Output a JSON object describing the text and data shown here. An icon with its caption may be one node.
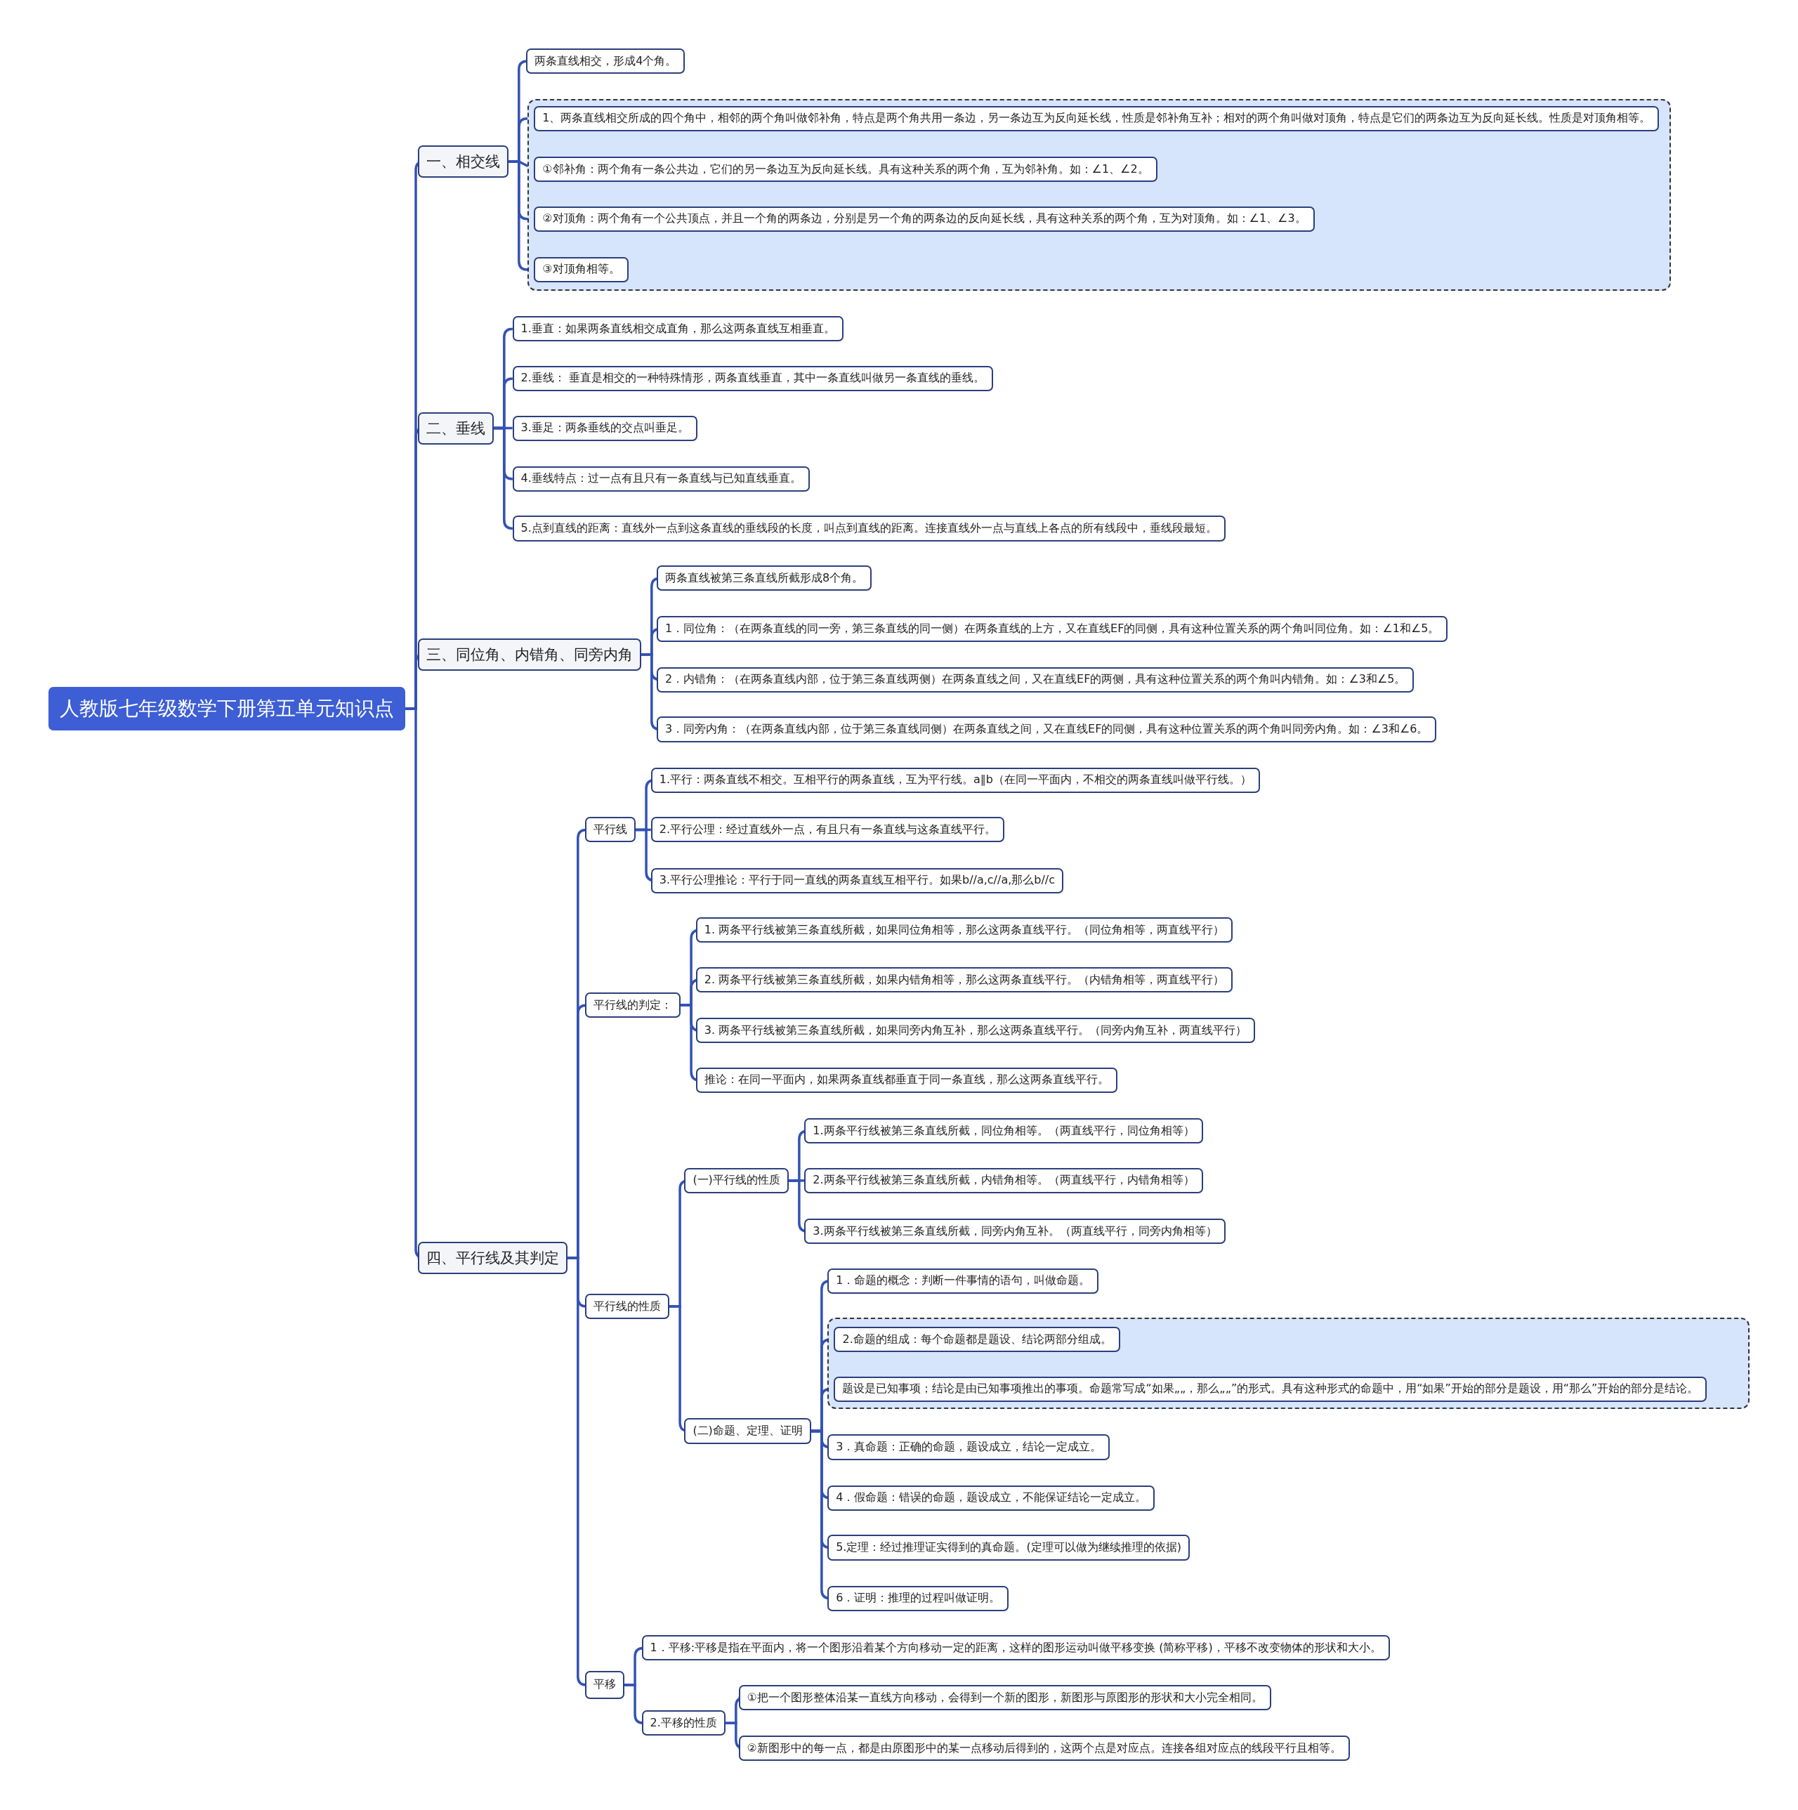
{
  "diagram": {
    "nodes": [
      {
        "text": [
          "人教版七年级数学下册第五单元知识点"
        ]
      },
      {
        "text": [
          "一、相交线"
        ]
      },
      {
        "text": [
          "两条直线相交，形成4个角。"
        ]
      },
      {
        "text": [],
        "shape": "box"
      },
      {
        "text": [
          "1、两条直线相交所成的四个角中，相邻的两个角叫做邻补角，特点是两个角共用一条边，另一条边互为反向延长线，性质是邻补角互补；相对的两个角叫做对顶角，特点是它们的两条边互为反向延长线。性质是对顶角相等。"
        ],
        "in": 3
      },
      {
        "text": [
          "①邻补角：两个角有一条公共边，它们的另一条边互为反向延长线。具有这种关系的两个角，互为邻补角。如：∠1、∠2。"
        ],
        "in": 3
      },
      {
        "text": [
          "②对顶角：两个角有一个公共顶点，并且一个角的两条边，分别是另一个角的两条边的反向延长线，具有这种关系的两个角，互为对顶角。如：∠1、∠3。"
        ],
        "in": 3
      },
      {
        "text": [
          "③对顶角相等。"
        ],
        "in": 3
      },
      {
        "text": [
          "二、垂线"
        ]
      },
      {
        "text": [
          "1.垂直：如果两条直线相交成直角，那么这两条直线互相垂直。"
        ]
      },
      {
        "text": [
          "2.垂线： 垂直是相交的一种特殊情形，两条直线垂直，其中一条直线叫做另一条直线的垂线。"
        ]
      },
      {
        "text": [
          "3.垂足：两条垂线的交点叫垂足。"
        ]
      },
      {
        "text": [
          "4.垂线特点：过一点有且只有一条直线与已知直线垂直。"
        ]
      },
      {
        "text": [
          "5.点到直线的距离：直线外一点到这条直线的垂线段的长度，叫点到直线的距离。连接直线外一点与直线上各点的所有线段中，垂线段最短。"
        ]
      },
      {
        "text": [
          "三、同位角、内错角、同旁内角"
        ]
      },
      {
        "text": [
          "两条直线被第三条直线所截形成8个角。"
        ]
      },
      {
        "text": [
          "1．同位角：（在两条直线的同一旁，第三条直线的同一侧）在两条直线的上方，又在直线EF的同侧，具有这种位置关系的两个角叫同位角。如：∠1和∠5。"
        ]
      },
      {
        "text": [
          "2．内错角：（在两条直线内部，位于第三条直线两侧）在两条直线之间，又在直线EF的两侧，具有这种位置关系的两个角叫内错角。如：∠3和∠5。"
        ]
      },
      {
        "text": [
          "3．同旁内角：（在两条直线内部，位于第三条直线同侧）在两条直线之间，又在直线EF的同侧，具有这种位置关系的两个角叫同旁内角。如：∠3和∠6。"
        ]
      },
      {
        "text": [
          "四、平行线及其判定"
        ]
      },
      {
        "text": [
          "平行线"
        ]
      },
      {
        "text": [
          "1.平行：两条直线不相交。互相平行的两条直线，互为平行线。a∥b（在同一平面内，不相交的两条直线叫做平行线。）"
        ]
      },
      {
        "text": [
          "2.平行公理：经过直线外一点，有且只有一条直线与这条直线平行。"
        ]
      },
      {
        "text": [
          "3.平行公理推论：平行于同一直线的两条直线互相平行。如果b//a,c//a,那么b//c"
        ]
      },
      {
        "text": [
          "平行线的判定："
        ]
      },
      {
        "text": [
          "1. 两条平行线被第三条直线所截，如果同位角相等，那么这两条直线平行。（同位角相等，两直线平行）"
        ]
      },
      {
        "text": [
          "2. 两条平行线被第三条直线所截，如果内错角相等，那么这两条直线平行。（内错角相等，两直线平行）"
        ]
      },
      {
        "text": [
          "3. 两条平行线被第三条直线所截，如果同旁内角互补，那么这两条直线平行。（同旁内角互补，两直线平行）"
        ]
      },
      {
        "text": [
          "推论：在同一平面内，如果两条直线都垂直于同一条直线，那么这两条直线平行。"
        ]
      },
      {
        "text": [
          "平行线的性质"
        ]
      },
      {
        "text": [
          "(一)平行线的性质"
        ]
      },
      {
        "text": [
          "1.两条平行线被第三条直线所截，同位角相等。（两直线平行，同位角相等）"
        ]
      },
      {
        "text": [
          "2.两条平行线被第三条直线所截，内错角相等。（两直线平行，内错角相等）"
        ]
      },
      {
        "text": [
          "3.两条平行线被第三条直线所截，同旁内角互补。（两直线平行，同旁内角相等）"
        ]
      },
      {
        "text": [
          "(二)命题、定理、证明"
        ]
      },
      {
        "text": [
          "1．命题的概念：判断一件事情的语句，叫做命题。"
        ]
      },
      {
        "text": [],
        "shape": "box"
      },
      {
        "text": [
          "2.命题的组成：每个命题都是题设、结论两部分组成。"
        ],
        "in": 36
      },
      {
        "text": [
          "题设是已知事项；结论是由已知事项推出的事项。命题常写成“如果„„，那么„„”的形式。具有这种形式的命题中，用“如果”开始的部分是题设，用“那么”开始的部分是结论。"
        ],
        "in": 36
      },
      {
        "text": [
          "3．真命题：正确的命题，题设成立，结论一定成立。"
        ]
      },
      {
        "text": [
          "4．假命题：错误的命题，题设成立，不能保证结论一定成立。"
        ]
      },
      {
        "text": [
          "5.定理：经过推理证实得到的真命题。(定理可以做为继续推理的依据)"
        ]
      },
      {
        "text": [
          "6．证明：推理的过程叫做证明。"
        ]
      },
      {
        "text": [
          "平移"
        ]
      },
      {
        "text": [
          "1．平移:平移是指在平面内，将一个图形沿着某个方向移动一定的距离，这样的图形运动叫做平移变换 (简称平移)，平移不改变物体的形状和大小。"
        ]
      },
      {
        "text": [
          "2.平移的性质"
        ]
      },
      {
        "text": [
          "①把一个图形整体沿某一直线方向移动，会得到一个新的图形，新图形与原图形的形状和大小完全相同。"
        ]
      },
      {
        "text": [
          "②新图形中的每一点，都是由原图形中的某一点移动后得到的，这两个点是对应点。连接各组对应点的线段平行且相等。"
        ]
      }
    ],
    "edges": [
      {
        "from": 0,
        "to": 1,
        "arrow": "none"
      },
      {
        "from": 0,
        "to": 8,
        "arrow": "none"
      },
      {
        "from": 0,
        "to": 14,
        "arrow": "none"
      },
      {
        "from": 0,
        "to": 19,
        "arrow": "none"
      },
      {
        "from": 1,
        "to": 2,
        "arrow": "none"
      },
      {
        "from": 1,
        "to": 4,
        "arrow": "none"
      },
      {
        "from": 1,
        "to": 5,
        "arrow": "none"
      },
      {
        "from": 1,
        "to": 6,
        "arrow": "none"
      },
      {
        "from": 1,
        "to": 7,
        "arrow": "none"
      },
      {
        "from": 8,
        "to": 9,
        "arrow": "none"
      },
      {
        "from": 8,
        "to": 10,
        "arrow": "none"
      },
      {
        "from": 8,
        "to": 11,
        "arrow": "none"
      },
      {
        "from": 8,
        "to": 12,
        "arrow": "none"
      },
      {
        "from": 8,
        "to": 13,
        "arrow": "none"
      },
      {
        "from": 14,
        "to": 15,
        "arrow": "none"
      },
      {
        "from": 14,
        "to": 16,
        "arrow": "none"
      },
      {
        "from": 14,
        "to": 17,
        "arrow": "none"
      },
      {
        "from": 14,
        "to": 18,
        "arrow": "none"
      },
      {
        "from": 19,
        "to": 20,
        "arrow": "none"
      },
      {
        "from": 19,
        "to": 24,
        "arrow": "none"
      },
      {
        "from": 19,
        "to": 29,
        "arrow": "none"
      },
      {
        "from": 19,
        "to": 43,
        "arrow": "none"
      },
      {
        "from": 20,
        "to": 21,
        "arrow": "none"
      },
      {
        "from": 20,
        "to": 22,
        "arrow": "none"
      },
      {
        "from": 20,
        "to": 23,
        "arrow": "none"
      },
      {
        "from": 24,
        "to": 25,
        "arrow": "none"
      },
      {
        "from": 24,
        "to": 26,
        "arrow": "none"
      },
      {
        "from": 24,
        "to": 27,
        "arrow": "none"
      },
      {
        "from": 24,
        "to": 28,
        "arrow": "none"
      },
      {
        "from": 29,
        "to": 30,
        "arrow": "none"
      },
      {
        "from": 29,
        "to": 34,
        "arrow": "none"
      },
      {
        "from": 30,
        "to": 31,
        "arrow": "none"
      },
      {
        "from": 30,
        "to": 32,
        "arrow": "none"
      },
      {
        "from": 30,
        "to": 33,
        "arrow": "none"
      },
      {
        "from": 34,
        "to": 35,
        "arrow": "none"
      },
      {
        "from": 34,
        "to": 37,
        "arrow": "none"
      },
      {
        "from": 34,
        "to": 38,
        "arrow": "none"
      },
      {
        "from": 34,
        "to": 39,
        "arrow": "none"
      },
      {
        "from": 34,
        "to": 40,
        "arrow": "none"
      },
      {
        "from": 34,
        "to": 41,
        "arrow": "none"
      },
      {
        "from": 34,
        "to": 42,
        "arrow": "none"
      },
      {
        "from": 43,
        "to": 44,
        "arrow": "none"
      },
      {
        "from": 43,
        "to": 45,
        "arrow": "none"
      },
      {
        "from": 45,
        "to": 46,
        "arrow": "none"
      },
      {
        "from": 45,
        "to": 47,
        "arrow": "none"
      }
    ]
  }
}
